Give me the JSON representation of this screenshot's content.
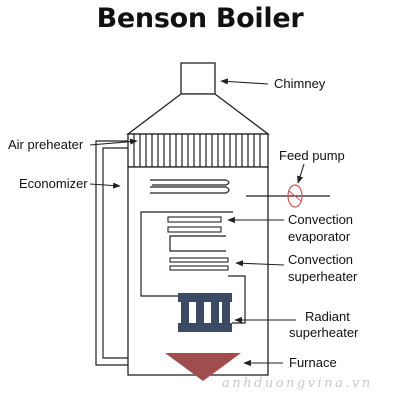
{
  "title": "Benson Boiler",
  "labels": {
    "chimney": "Chimney",
    "air_preheater": "Air preheater",
    "feed_pump": "Feed pump",
    "economizer": "Economizer",
    "convection_evaporator_1": "Convection",
    "convection_evaporator_2": "evaporator",
    "convection_superheater_1": "Convection",
    "convection_superheater_2": "superheater",
    "radiant_superheater_1": "Radiant",
    "radiant_superheater_2": "superheater",
    "furnace": "Furnace"
  },
  "watermark": "anhduongvina.vn",
  "colors": {
    "outline": "#222222",
    "radiant_superheater": "#3b4b63",
    "furnace": "#a04d4d",
    "feed_pump_marker": "#d9534f",
    "watermark": "#c9c9c9"
  }
}
